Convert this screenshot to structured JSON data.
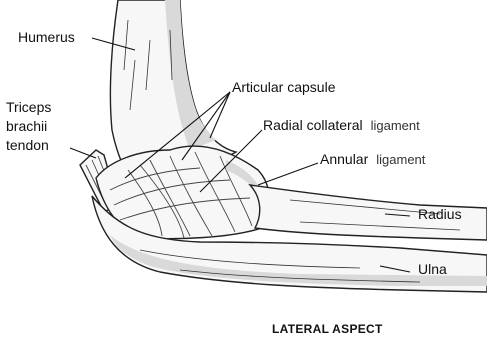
{
  "labels": {
    "humerus": "Humerus",
    "triceps_line1": "Triceps",
    "triceps_line2": "brachii",
    "triceps_line3": "tendon",
    "articular_capsule": "Articular capsule",
    "radial_collateral": "Radial collateral",
    "radial_collateral_suffix": "ligament",
    "annular": "Annular",
    "annular_suffix": "ligament",
    "radius": "Radius",
    "ulna": "Ulna"
  },
  "caption": "LATERAL ASPECT"
}
